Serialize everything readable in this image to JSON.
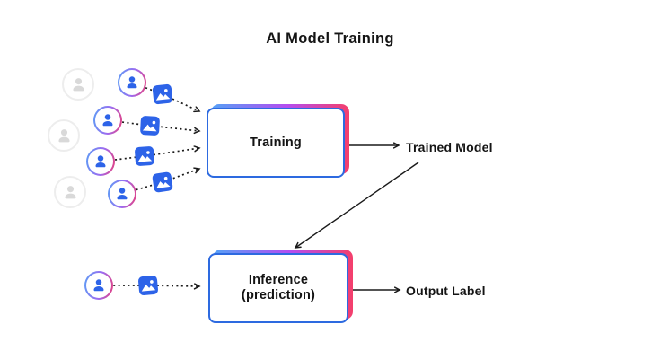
{
  "title": "AI Model Training",
  "nodes": {
    "training": {
      "label": "Training"
    },
    "inference": {
      "label": "Inference",
      "sublabel": "(prediction)"
    }
  },
  "labels": {
    "trained_model": "Trained Model",
    "output_label": "Output Label"
  },
  "icons": {
    "user_icon": "person-silhouette",
    "user_faded_icon": "person-silhouette-faded",
    "image_icon": "photo-mountain-sun",
    "arrowhead_icon": "open-chevron"
  },
  "colors": {
    "icon_blue": "#2d63e8",
    "box_border_blue": "#2d6ae0",
    "gradient_blue": "#55a2f6",
    "gradient_purple": "#b44df0",
    "gradient_pink": "#f43f6b",
    "ring_blue": "#5a9df5",
    "ring_pink": "#e83d7a",
    "faded_gray": "#d9d9d9",
    "arrow_black": "#1a1a1a",
    "text": "#141414"
  }
}
